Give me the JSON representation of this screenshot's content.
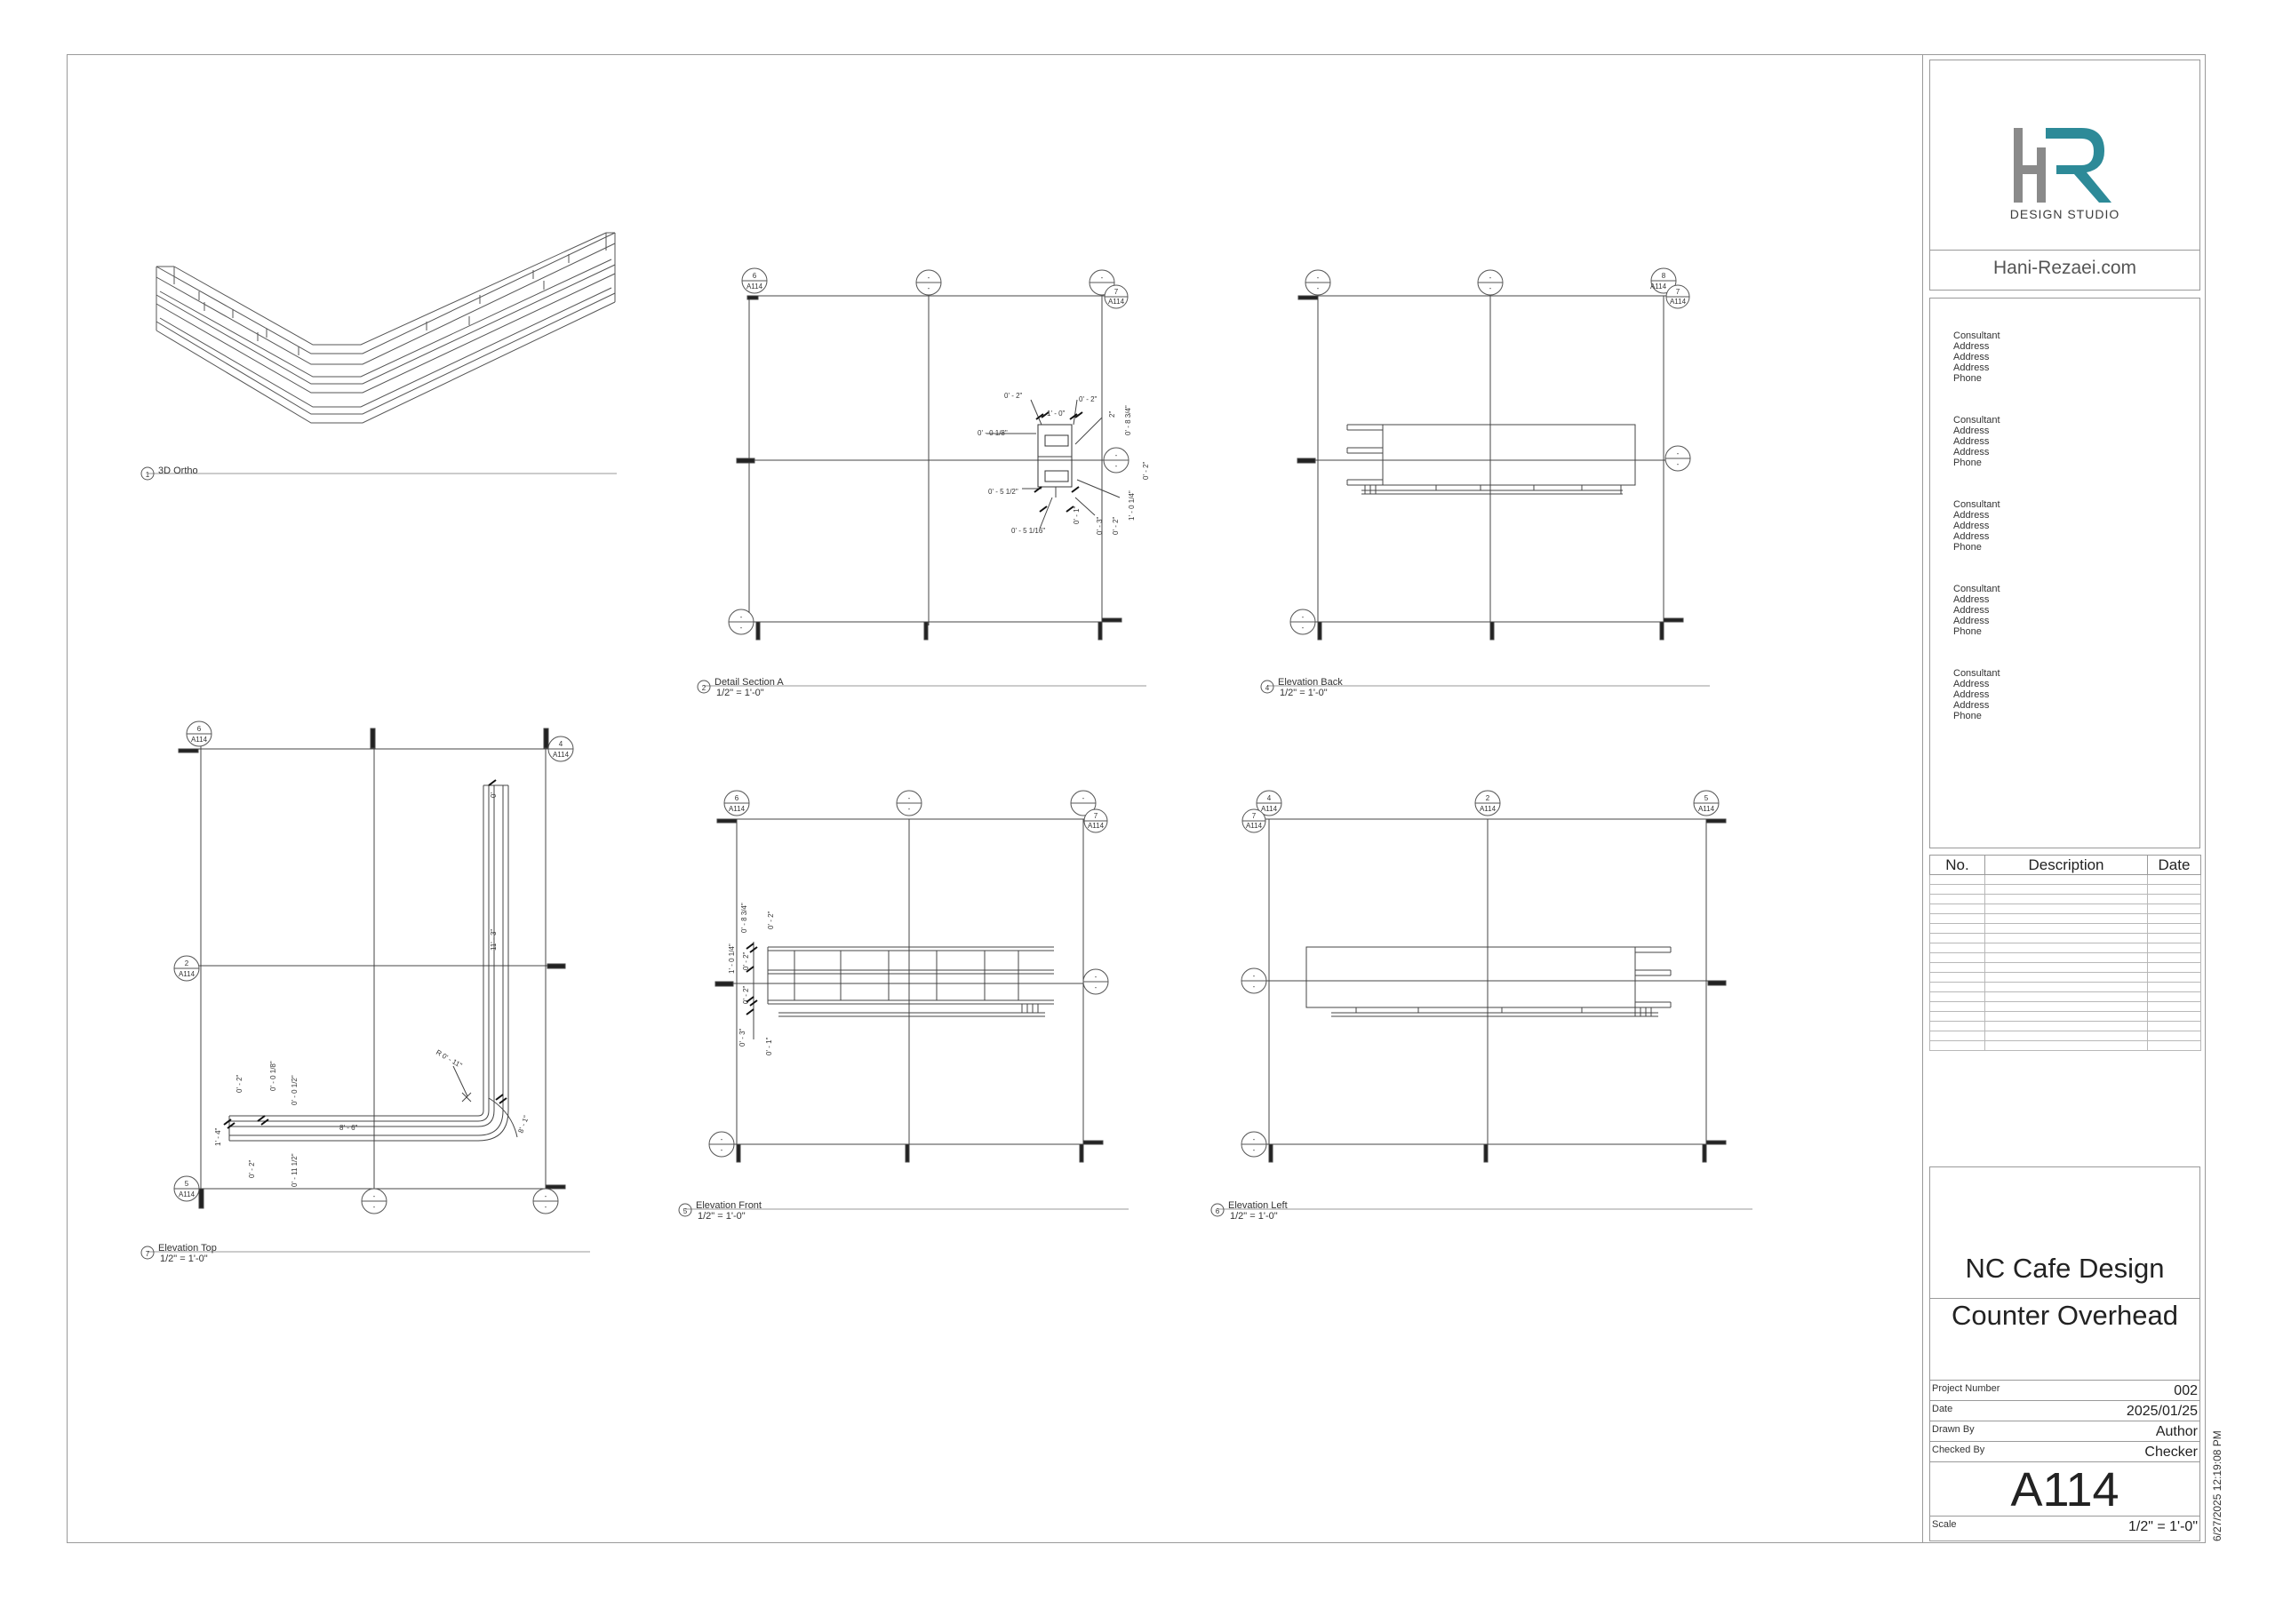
{
  "title_block": {
    "logo_text": "DESIGN STUDIO",
    "website": "Hani-Rezaei.com",
    "consultants": [
      {
        "name": "Consultant",
        "address_lines": [
          "Address",
          "Address",
          "Address"
        ],
        "phone": "Phone"
      },
      {
        "name": "Consultant",
        "address_lines": [
          "Address",
          "Address",
          "Address"
        ],
        "phone": "Phone"
      },
      {
        "name": "Consultant",
        "address_lines": [
          "Address",
          "Address",
          "Address"
        ],
        "phone": "Phone"
      },
      {
        "name": "Consultant",
        "address_lines": [
          "Address",
          "Address",
          "Address"
        ],
        "phone": "Phone"
      },
      {
        "name": "Consultant",
        "address_lines": [
          "Address",
          "Address",
          "Address"
        ],
        "phone": "Phone"
      }
    ],
    "revision_headers": {
      "no": "No.",
      "description": "Description",
      "date": "Date"
    },
    "project_name": "NC Cafe Design",
    "sheet_name": "Counter Overhead",
    "fields": {
      "project_number": {
        "label": "Project Number",
        "value": "002"
      },
      "date": {
        "label": "Date",
        "value": "2025/01/25"
      },
      "drawn_by": {
        "label": "Drawn By",
        "value": "Author"
      },
      "checked_by": {
        "label": "Checked By",
        "value": "Checker"
      }
    },
    "sheet_number": "A114",
    "scale": {
      "label": "Scale",
      "value": "1/2\" = 1'-0\""
    },
    "print_timestamp": "6/27/2025 12:19:08 PM"
  },
  "views": {
    "v1": {
      "number": "1",
      "title": "3D Ortho",
      "scale": ""
    },
    "v2": {
      "number": "2",
      "title": "Detail Section A",
      "scale": "1/2\" = 1'-0\""
    },
    "v4": {
      "number": "4",
      "title": "Elevation Back",
      "scale": "1/2\" = 1'-0\""
    },
    "v5": {
      "number": "5",
      "title": "Elevation Front",
      "scale": "1/2\" = 1'-0\""
    },
    "v6": {
      "number": "6",
      "title": "Elevation Left",
      "scale": "1/2\" = 1'-0\""
    },
    "v7": {
      "number": "7",
      "title": "Elevation Top",
      "scale": "1/2\" = 1'-0\""
    }
  },
  "tags": {
    "sheet": "A114",
    "n2": "2",
    "n4": "4",
    "n5": "5",
    "n6": "6",
    "n8": "8",
    "n7": "7",
    "dash": "-"
  },
  "dims": {
    "v2": [
      "0' - 2\"",
      "1' - 0\"",
      "0' - 2\"",
      "0' - 0 1/8\"",
      "0' - 8 3/4\"",
      "2\"",
      "0' - 2\"",
      "0' - 5 1/2\"",
      "0' - 5 1/16\"",
      "1' - 0 1/4\"",
      "0' - 2\"",
      "0' - 1\"",
      "0' - 3\""
    ],
    "v5": [
      "0' - 8 3/4\"",
      "0' - 2\"",
      "1' - 0 1/4\"",
      "0' - 2\"",
      "0' - 2\"",
      "0' - 3\"",
      "0' - 1\""
    ],
    "v7": [
      "0' - 2\"",
      "0' - 0 1/8\"",
      "0' - 0 1/2\"",
      "1' - 4\"",
      "8' - 6\"",
      "0' - 2\"",
      "0' - 11 1/2\"",
      "11' - 3\"",
      "R 0' - 11\"",
      "8' - 1\"",
      "0'"
    ]
  },
  "colors": {
    "logo_teal": "#2d8a98",
    "logo_gray": "#8a8a8a",
    "line": "#444444"
  }
}
